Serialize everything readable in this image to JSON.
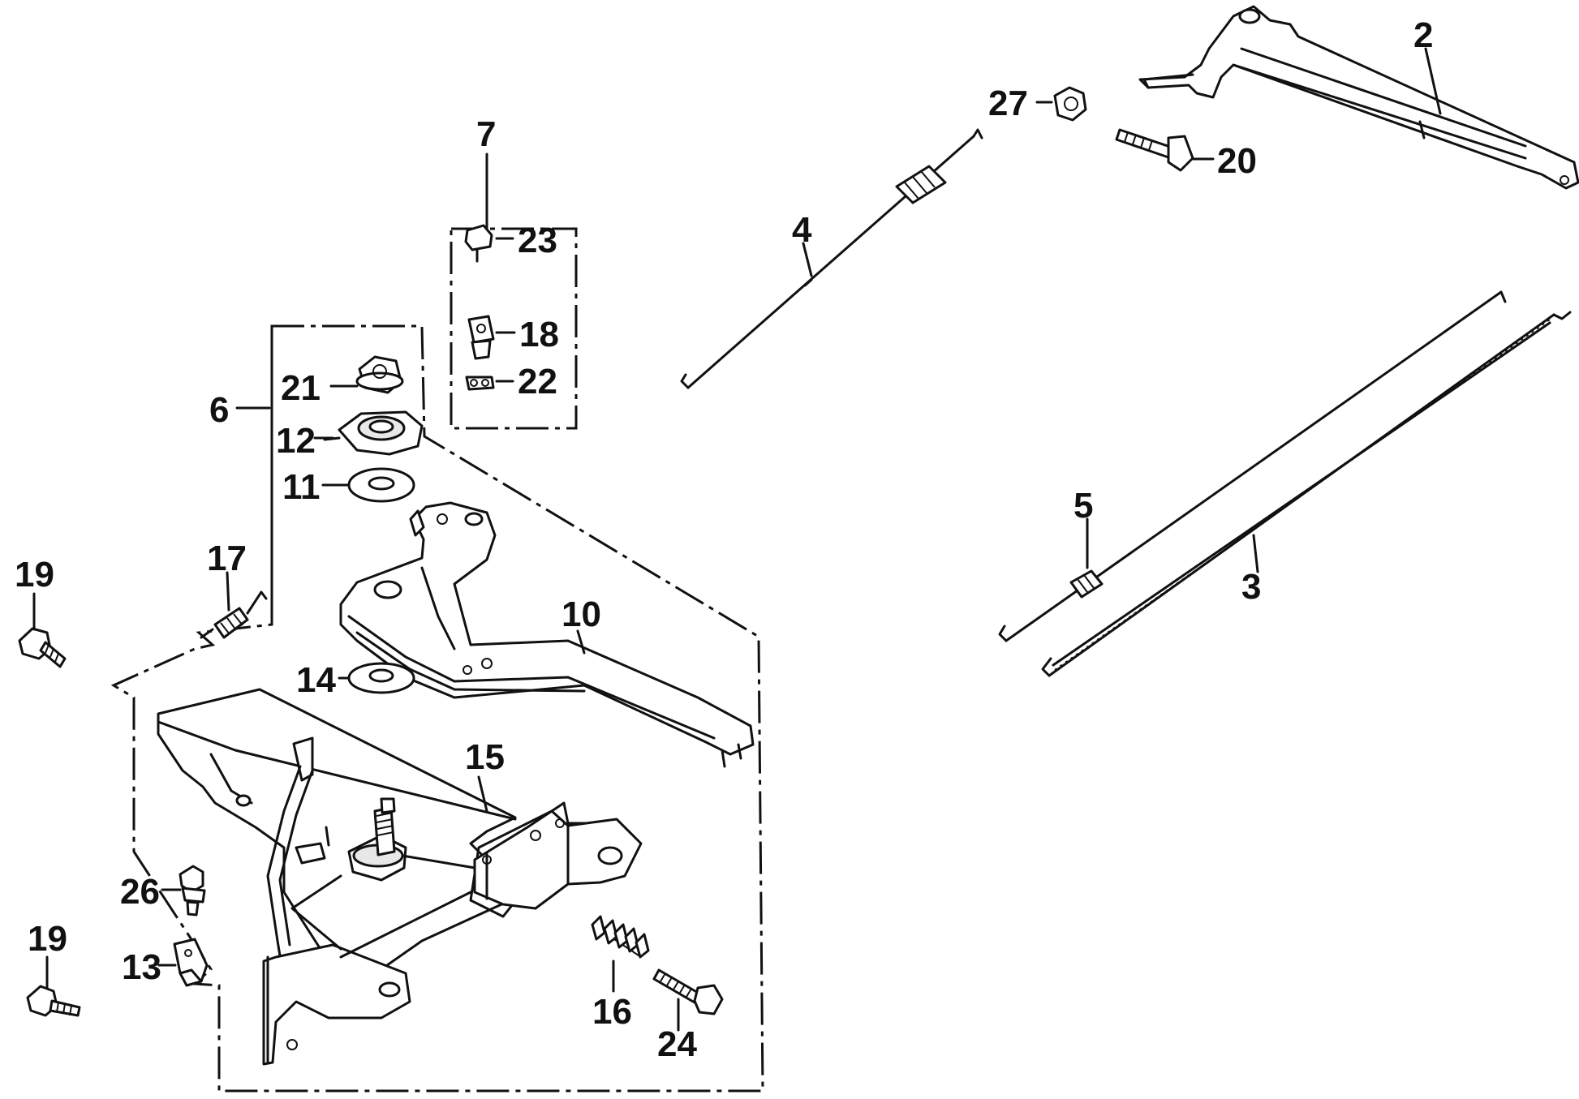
{
  "labels": {
    "l2": "2",
    "l3": "3",
    "l4": "4",
    "l5": "5",
    "l6": "6",
    "l7": "7",
    "l10": "10",
    "l11": "11",
    "l12": "12",
    "l13": "13",
    "l14": "14",
    "l15": "15",
    "l16": "16",
    "l17": "17",
    "l18": "18",
    "l19a": "19",
    "l19b": "19",
    "l20": "20",
    "l21": "21",
    "l22": "22",
    "l23": "23",
    "l24": "24",
    "l26": "26",
    "l27": "27"
  }
}
